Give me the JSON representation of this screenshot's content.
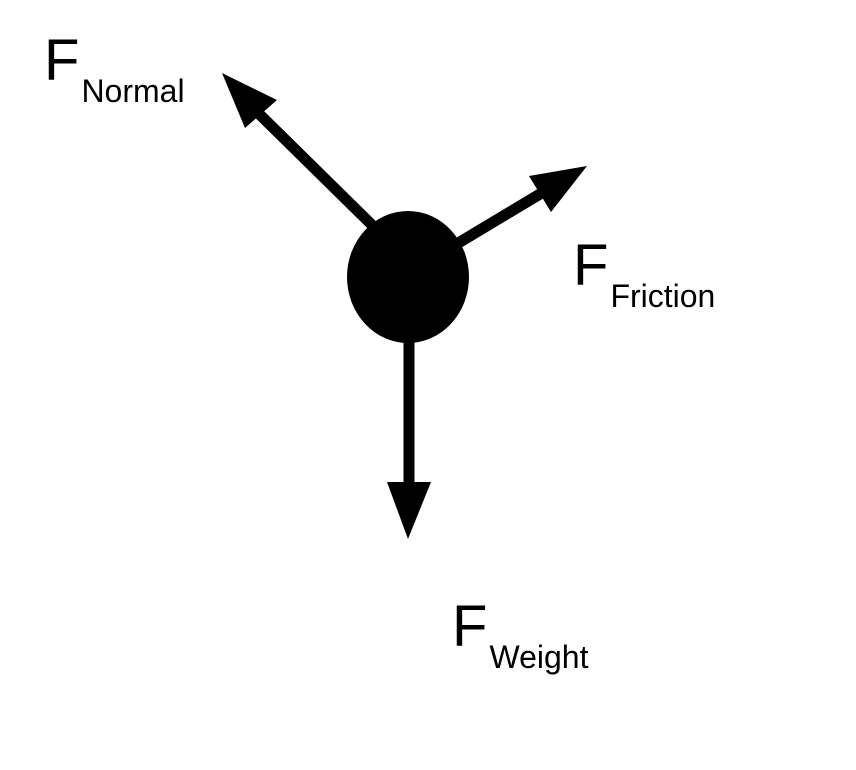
{
  "diagram": {
    "colors": {
      "background": "#ffffff",
      "ink": "#000000"
    },
    "body_shape": "filled-circle",
    "forces": {
      "normal": {
        "symbol": "F",
        "subscript": "Normal"
      },
      "friction": {
        "symbol": "F",
        "subscript": "Friction"
      },
      "weight": {
        "symbol": "F",
        "subscript": "Weight"
      }
    }
  }
}
